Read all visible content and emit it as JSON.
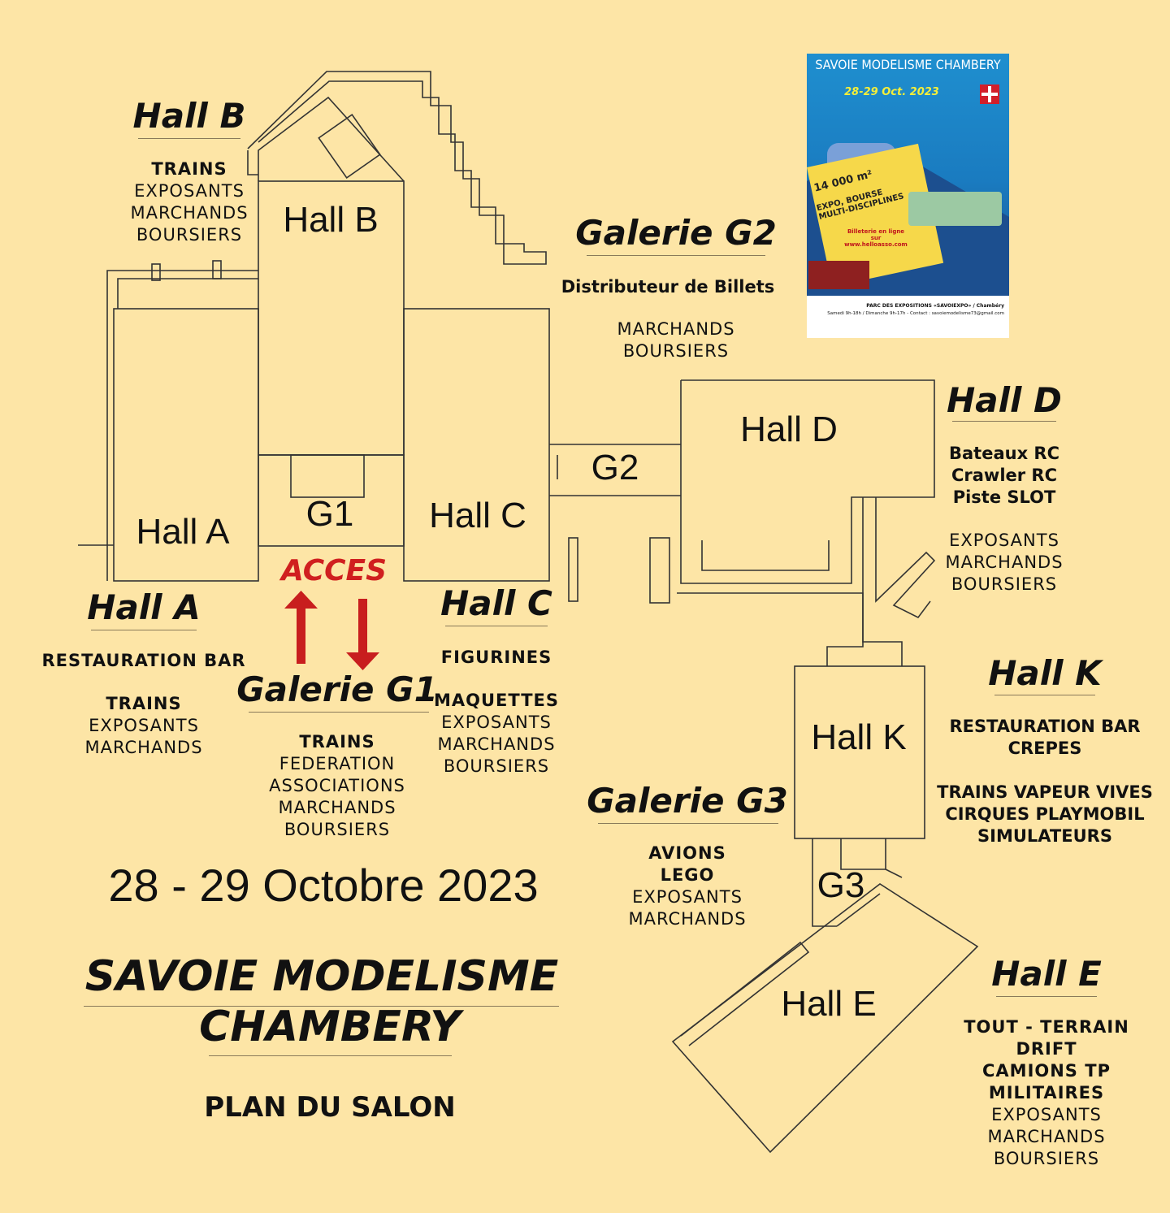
{
  "colors": {
    "background": "#fde5a6",
    "accent_red": "#d01f1f",
    "line": "#333333"
  },
  "plan_labels": {
    "hall_b": "Hall B",
    "hall_a": "Hall A",
    "g1": "G1",
    "hall_c": "Hall C",
    "g2": "G2",
    "hall_d": "Hall D",
    "hall_k": "Hall K",
    "g3": "G3",
    "hall_e": "Hall E"
  },
  "access": "ACCES",
  "sections": {
    "hall_b": {
      "title": "Hall B",
      "bold": [
        "TRAINS"
      ],
      "items": [
        "EXPOSANTS",
        "MARCHANDS",
        "BOURSIERS"
      ]
    },
    "galerie_g2": {
      "title": "Galerie G2",
      "bold": [
        "Distributeur de Billets"
      ],
      "items": [
        "MARCHANDS",
        "BOURSIERS"
      ]
    },
    "hall_d": {
      "title": "Hall D",
      "bold": [
        "Bateaux RC",
        "Crawler RC",
        "Piste SLOT"
      ],
      "items": [
        "EXPOSANTS",
        "MARCHANDS",
        "BOURSIERS"
      ]
    },
    "hall_a": {
      "title": "Hall A",
      "bold": [
        "RESTAURATION BAR",
        "TRAINS"
      ],
      "items": [
        "EXPOSANTS",
        "MARCHANDS"
      ]
    },
    "hall_c": {
      "title": "Hall C",
      "bold": [
        "FIGURINES",
        "MAQUETTES"
      ],
      "items": [
        "EXPOSANTS",
        "MARCHANDS",
        "BOURSIERS"
      ]
    },
    "galerie_g1": {
      "title": "Galerie G1",
      "bold": [
        "TRAINS"
      ],
      "items": [
        "FEDERATION",
        "ASSOCIATIONS",
        "MARCHANDS",
        "BOURSIERS"
      ]
    },
    "hall_k": {
      "title": "Hall K",
      "bold": [
        "RESTAURATION BAR",
        "CREPES",
        "TRAINS VAPEUR VIVES",
        "CIRQUES PLAYMOBIL",
        "SIMULATEURS"
      ]
    },
    "galerie_g3": {
      "title": "Galerie G3",
      "bold": [
        "AVIONS",
        "LEGO"
      ],
      "items": [
        "EXPOSANTS",
        "MARCHANDS"
      ]
    },
    "hall_e": {
      "title": "Hall E",
      "bold": [
        "TOUT - TERRAIN",
        "DRIFT",
        "CAMIONS TP",
        "MILITAIRES"
      ],
      "items": [
        "EXPOSANTS",
        "MARCHANDS",
        "BOURSIERS"
      ]
    }
  },
  "event": {
    "dates": "28 - 29  Octobre 2023",
    "title_line1": "SAVOIE MODELISME",
    "title_line2": "CHAMBERY",
    "subtitle": "PLAN DU SALON"
  },
  "poster": {
    "title": "SAVOIE MODELISME CHAMBERY",
    "date": "28-29 Oct. 2023",
    "area": "14 000 m²",
    "tagline": "EXPO, BOURSE MULTI-DISCIPLINES",
    "ticketing": "Billeterie en ligne sur www.helloasso.com",
    "venue": "PARC DES EXPOSITIONS «SAVOIEXPO» / Chambéry",
    "hours": "Samedi 9h-18h / Dimanche 9h-17h - Contact : savoiemodelisme73@gmail.com"
  }
}
